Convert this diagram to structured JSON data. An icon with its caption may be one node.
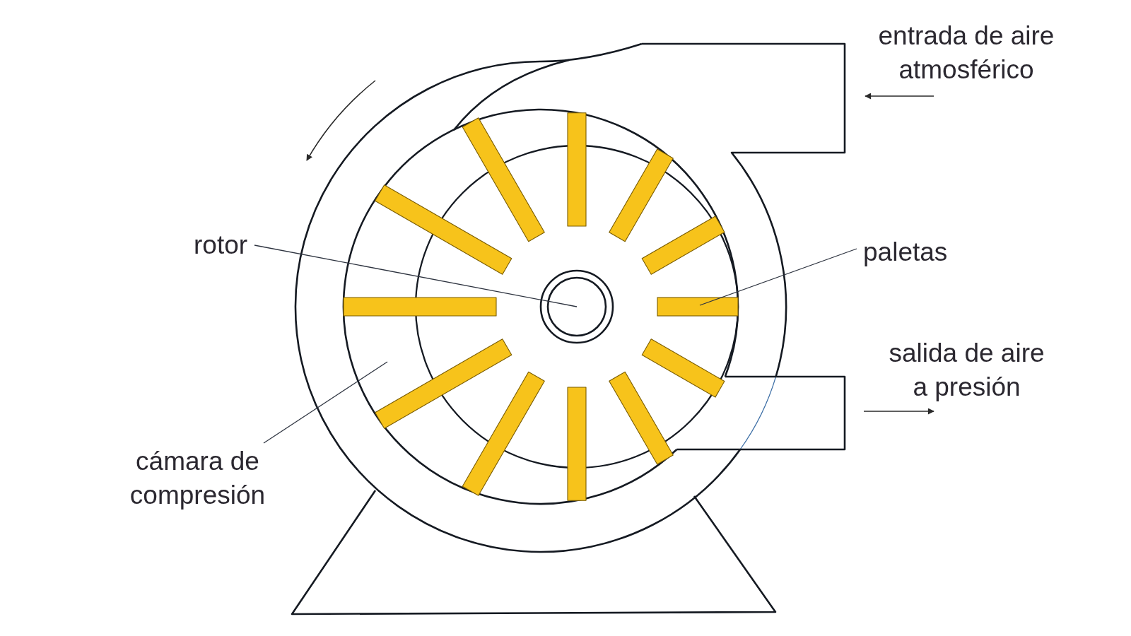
{
  "diagram": {
    "nodes": [
      {
        "text": [
          "rotor"
        ]
      },
      {
        "text": [],
        "shape": "circle"
      },
      {
        "text": [
          "paletas"
        ]
      },
      {
        "text": [],
        "shape": "bar"
      },
      {
        "text": [
          "cámara de compresión"
        ]
      }
    ],
    "edges": [
      {
        "from": 0,
        "to": 1,
        "arrow": "none"
      },
      {
        "from": 2,
        "to": 3,
        "arrow": "none"
      },
      {
        "from": 4,
        "to": null,
        "arrow": "none"
      }
    ],
    "labels": [
      "entrada de aire atmosférico",
      "salida de aire a presión"
    ]
  }
}
